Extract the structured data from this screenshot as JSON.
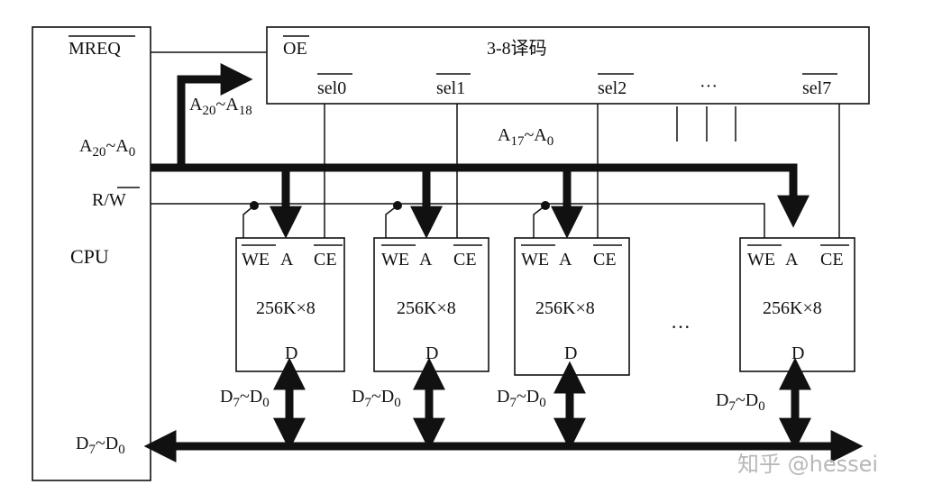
{
  "cpu": {
    "label": "CPU",
    "mreq": "MREQ",
    "addr_prefix": "A",
    "addr_hi": "20",
    "addr_lo": "0",
    "rw": "R/W",
    "data_prefix": "D",
    "data_hi": "7",
    "data_lo": "0"
  },
  "decoder": {
    "title": "3-8译码",
    "oe": "OE",
    "outputs": [
      "sel0",
      "sel1",
      "sel2",
      "sel7"
    ],
    "ellipsis": "···"
  },
  "buses": {
    "high_addr_prefix": "A",
    "high_addr_hi": "20",
    "high_addr_lo": "18",
    "low_addr_prefix": "A",
    "low_addr_hi": "17",
    "low_addr_lo": "0"
  },
  "chips": [
    {
      "we": "WE",
      "addr": "A",
      "ce": "CE",
      "size": "256K×8",
      "data": "D",
      "dbus_prefix": "D",
      "dbus_hi": "7",
      "dbus_lo": "0"
    },
    {
      "we": "WE",
      "addr": "A",
      "ce": "CE",
      "size": "256K×8",
      "data": "D",
      "dbus_prefix": "D",
      "dbus_hi": "7",
      "dbus_lo": "0"
    },
    {
      "we": "WE",
      "addr": "A",
      "ce": "CE",
      "size": "256K×8",
      "data": "D",
      "dbus_prefix": "D",
      "dbus_hi": "7",
      "dbus_lo": "0"
    },
    {
      "we": "WE",
      "addr": "A",
      "ce": "CE",
      "size": "256K×8",
      "data": "D",
      "dbus_prefix": "D",
      "dbus_hi": "7",
      "dbus_lo": "0"
    }
  ],
  "chip_ellipsis": "···",
  "watermark": "知乎 @hessei"
}
